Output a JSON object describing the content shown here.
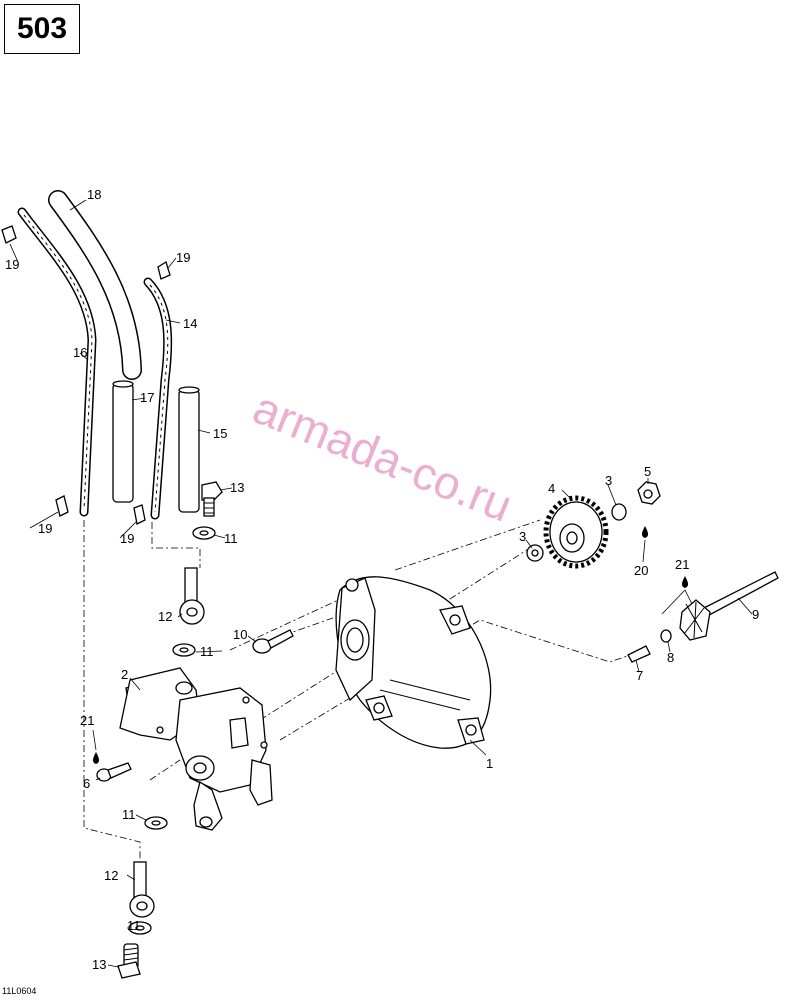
{
  "page_number": "503",
  "figure_code": "11L0604",
  "watermark": "armada-co.ru",
  "callouts": {
    "c1": "1",
    "c2": "2",
    "c3a": "3",
    "c3b": "3",
    "c4": "4",
    "c5": "5",
    "c6": "6",
    "c7": "7",
    "c8": "8",
    "c9": "9",
    "c10": "10",
    "c11a": "11",
    "c11b": "11",
    "c11c": "11",
    "c11d": "11",
    "c12a": "12",
    "c12b": "12",
    "c13a": "13",
    "c13b": "13",
    "c14": "14",
    "c15": "15",
    "c16": "16",
    "c17": "17",
    "c18": "18",
    "c19a": "19",
    "c19b": "19",
    "c19c": "19",
    "c19d": "19",
    "c20": "20",
    "c21a": "21",
    "c21b": "21"
  }
}
